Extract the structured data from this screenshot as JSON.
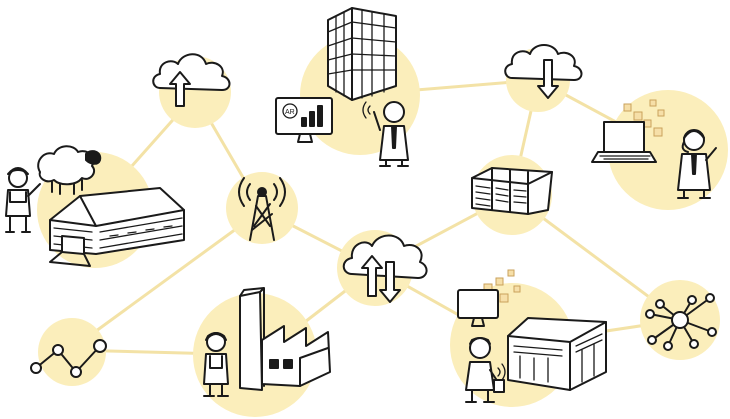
{
  "diagram": {
    "colors": {
      "node_fill": "#fbeebb",
      "link": "#f3e2a6",
      "ink": "#1a1a1a",
      "data_square": "#f6dfa8"
    },
    "nodes": [
      "cloud-upload",
      "farm-barn-with-farmer-and-sheep",
      "radio-tower",
      "skyscraper-with-businessman",
      "cloud-download",
      "call-center-agent-with-laptop",
      "server-data-center",
      "cloud-sync-hub",
      "line-chart",
      "factory-with-worker",
      "store-with-shopkeeper",
      "network-hub"
    ],
    "monitor_text": "AR"
  }
}
